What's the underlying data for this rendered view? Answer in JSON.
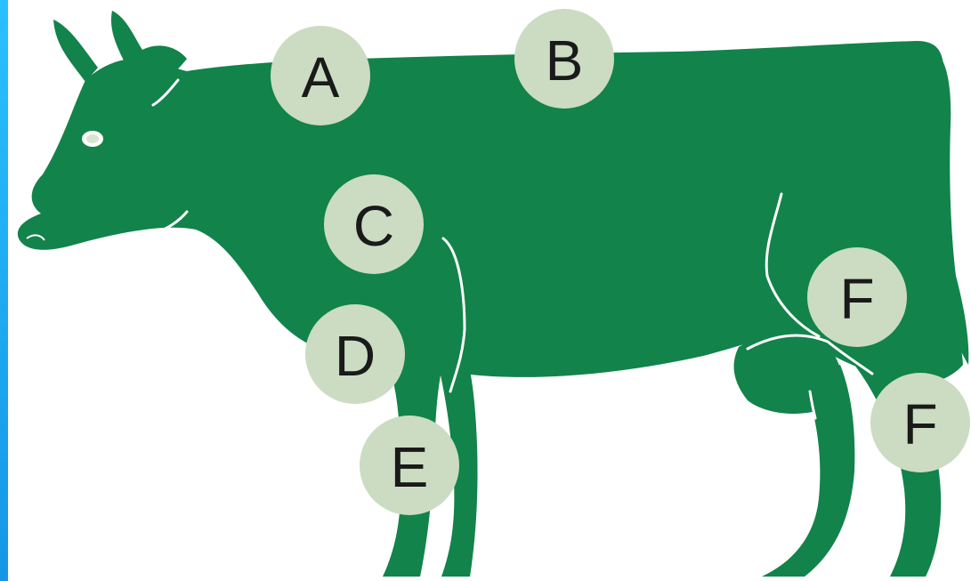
{
  "colors": {
    "cow_body": "#12834a",
    "marker_fill": "#cbdcc3",
    "marker_text": "#1a1a1a",
    "outline": "#ffffff",
    "edge_bar_top": "#29c0ff",
    "edge_bar_bottom": "#1596e6"
  },
  "markers": [
    {
      "id": "m-a",
      "label": "A"
    },
    {
      "id": "m-b",
      "label": "B"
    },
    {
      "id": "m-c",
      "label": "C"
    },
    {
      "id": "m-d",
      "label": "D"
    },
    {
      "id": "m-e",
      "label": "E"
    },
    {
      "id": "m-f1",
      "label": "F"
    },
    {
      "id": "m-f2",
      "label": "F"
    }
  ]
}
